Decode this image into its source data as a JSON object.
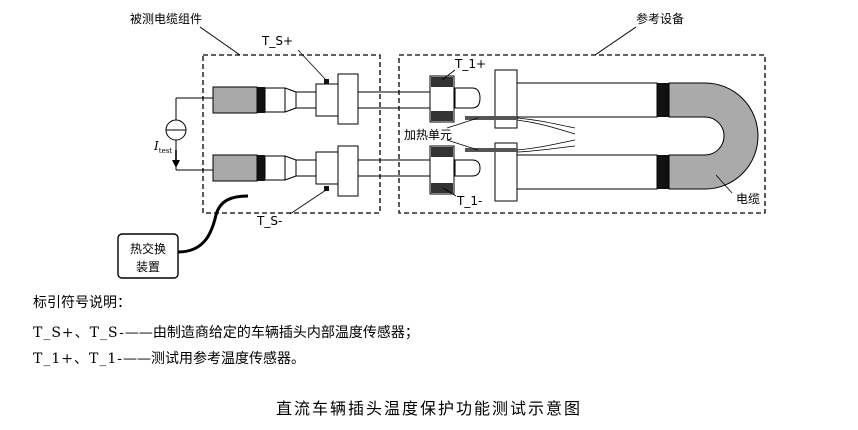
{
  "diagram": {
    "labels": {
      "dut_assembly": "被测电缆组件",
      "reference_equipment": "参考设备",
      "ts_plus": "T_S+",
      "ts_minus": "T_S-",
      "t1_plus": "T_1+",
      "t1_minus": "T_1-",
      "heating_unit": "加热单元",
      "cable": "电缆",
      "current_main": "I",
      "current_sub": "test",
      "heat_exchanger_line1": "热交换",
      "heat_exchanger_line2": "装置"
    },
    "colors": {
      "plug_gray": "#a9a9a9",
      "cable_gray": "#aaaaaa",
      "band_black": "#111111",
      "heater_gray": "#555555"
    }
  },
  "legend": {
    "title": "标引符号说明：",
    "line1_codes": "T_S+、T_S-",
    "line1_text": "——由制造商给定的车辆插头内部温度传感器；",
    "line2_codes": "T_1+、T_1-",
    "line2_text": "——测试用参考温度传感器。"
  },
  "caption": "直流车辆插头温度保护功能测试示意图"
}
